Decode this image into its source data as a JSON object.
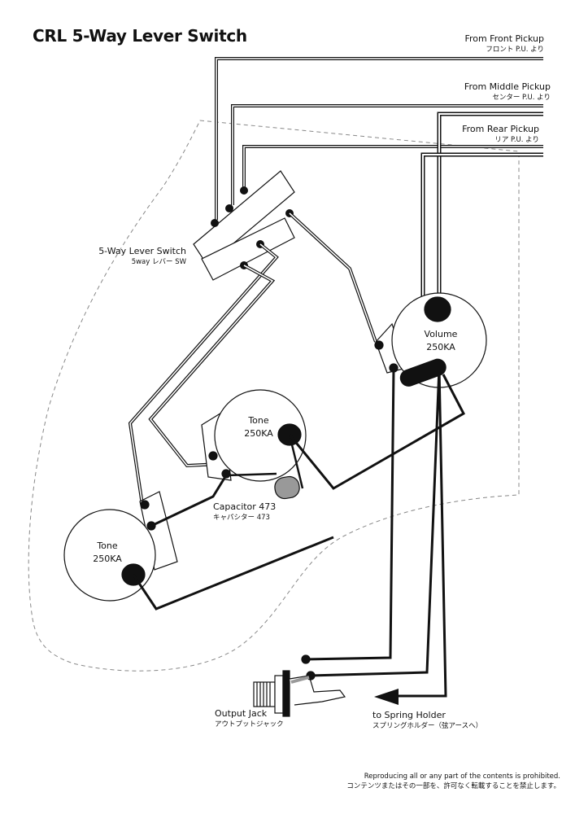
{
  "title": "CRL  5-Way Lever Switch",
  "pickups": {
    "front": {
      "en": "From Front Pickup",
      "jp": "フロント P.U. より"
    },
    "middle": {
      "en": "From Middle Pickup",
      "jp": "センター P.U. より"
    },
    "rear": {
      "en": "From Rear Pickup",
      "jp": "リア P.U. より"
    }
  },
  "switch": {
    "en": "5-Way Lever Switch",
    "jp": "5way レバー SW"
  },
  "volume": {
    "name": "Volume",
    "value": "250KA"
  },
  "tone1": {
    "name": "Tone",
    "value": "250KA"
  },
  "tone2": {
    "name": "Tone",
    "value": "250KA"
  },
  "capacitor": {
    "en": "Capacitor 473",
    "jp": "キャパシター 473"
  },
  "jack": {
    "en": "Output Jack",
    "jp": "アウトプットジャック"
  },
  "spring": {
    "en": "to Spring Holder",
    "jp": "スプリングホルダー（弦アースへ）"
  },
  "notice": {
    "en": "Reproducing all or any part of the contents is prohibited.",
    "jp": "コンテンツまたはその一部を、許可なく転載することを禁止します。"
  }
}
